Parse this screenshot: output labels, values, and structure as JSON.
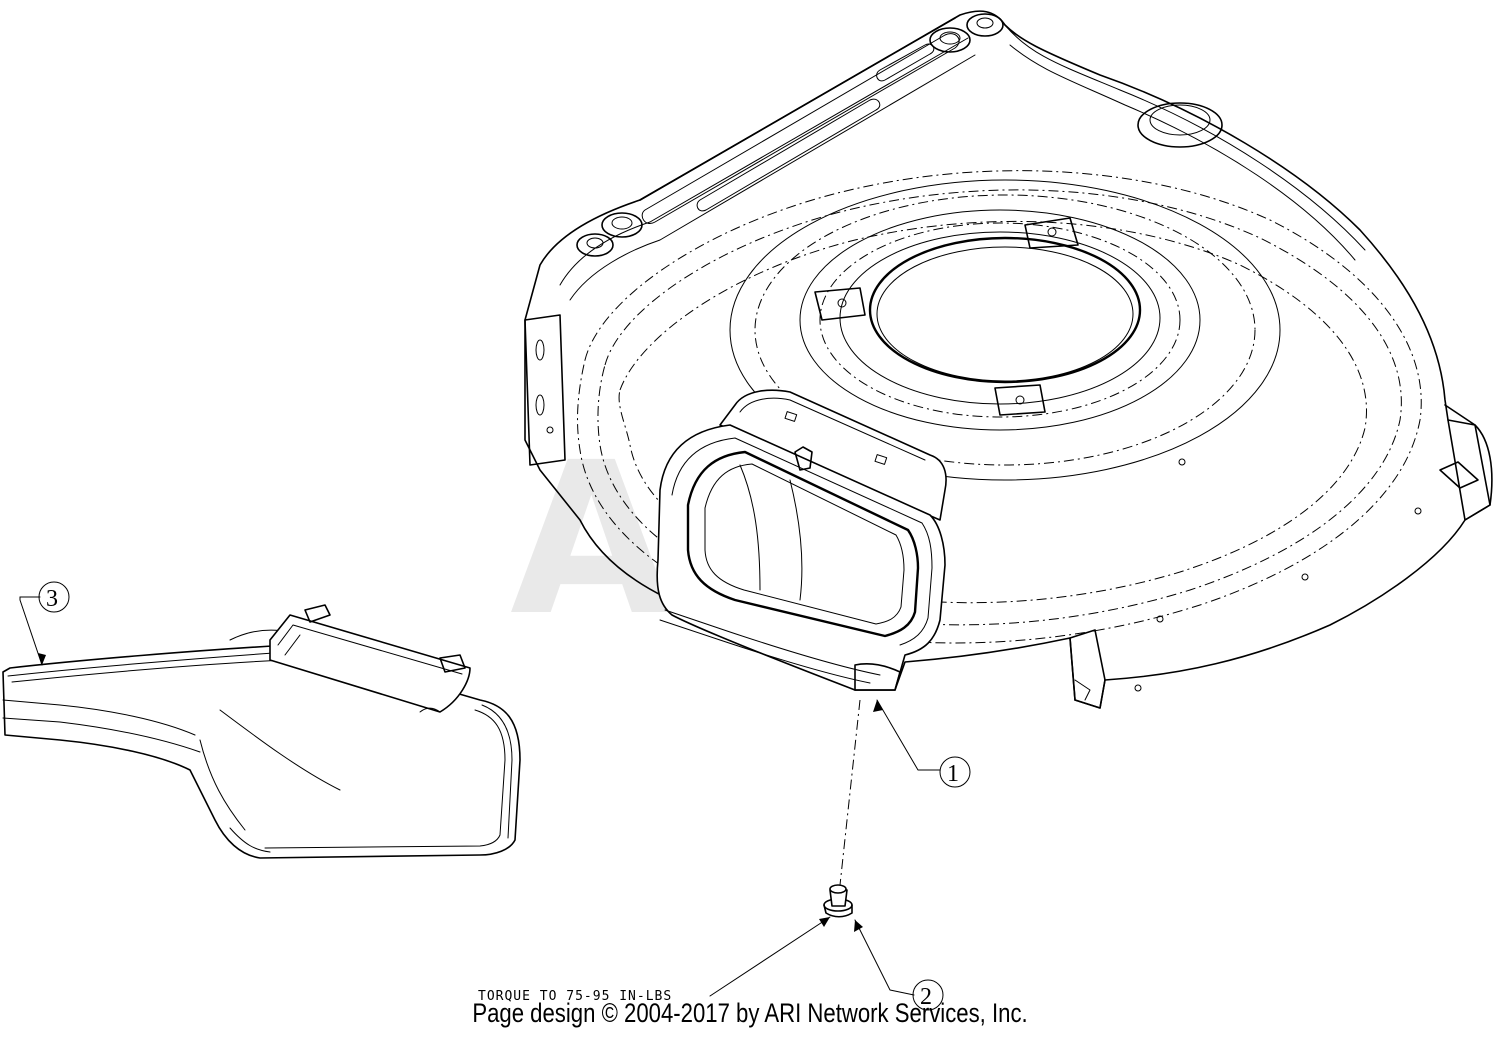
{
  "watermark": {
    "text": "ARI"
  },
  "callouts": [
    {
      "id": "callout-1",
      "label": "1"
    },
    {
      "id": "callout-2",
      "label": "2"
    },
    {
      "id": "callout-3",
      "label": "3"
    }
  ],
  "torque_note": "TORQUE TO 75-95 IN-LBS",
  "footer": {
    "copyright": "Page design © 2004-2017 by ARI Network Services, Inc."
  }
}
